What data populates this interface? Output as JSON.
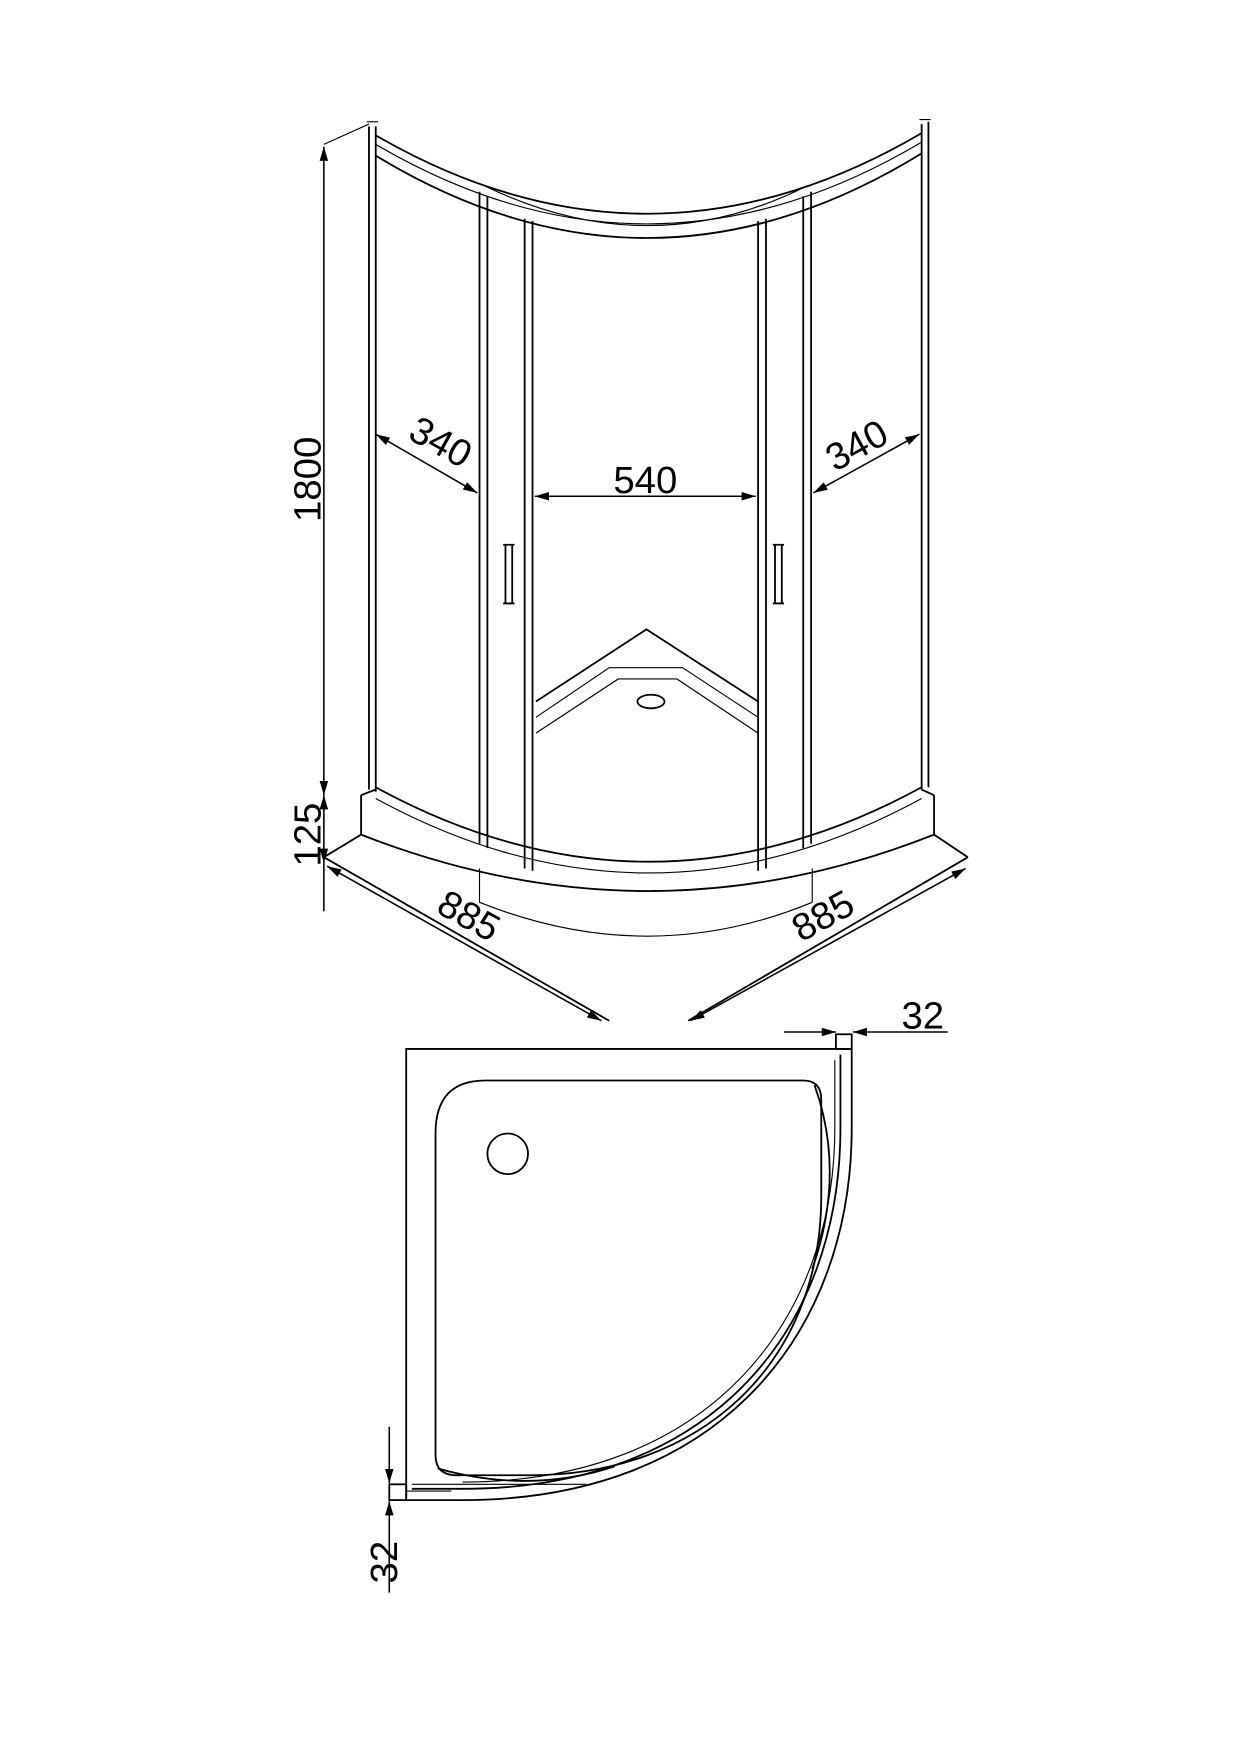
{
  "dimensions": {
    "height": "1800",
    "tray_height": "125",
    "depth_left": "885",
    "depth_right": "885",
    "panel_left": "340",
    "door_opening": "540",
    "panel_right": "340",
    "frame_top": "32",
    "frame_bottom": "32"
  },
  "colors": {
    "line": "#000000",
    "background": "#ffffff"
  }
}
